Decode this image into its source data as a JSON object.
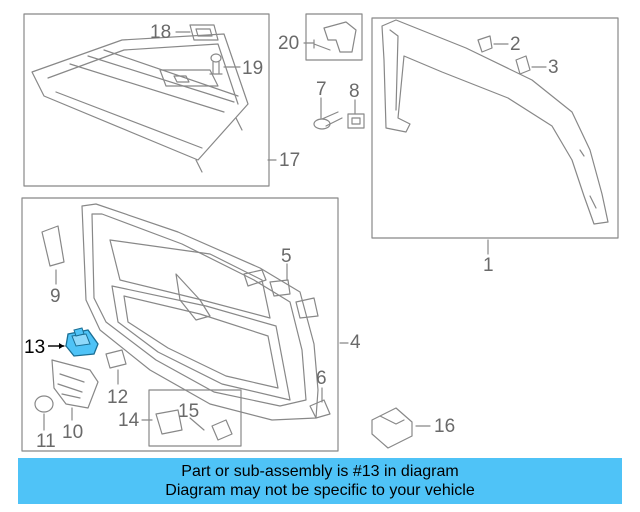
{
  "diagram": {
    "callouts": [
      {
        "id": "c1",
        "label": "1"
      },
      {
        "id": "c2",
        "label": "2"
      },
      {
        "id": "c3",
        "label": "3"
      },
      {
        "id": "c4",
        "label": "4"
      },
      {
        "id": "c5",
        "label": "5"
      },
      {
        "id": "c6",
        "label": "6"
      },
      {
        "id": "c7",
        "label": "7"
      },
      {
        "id": "c8",
        "label": "8"
      },
      {
        "id": "c9",
        "label": "9"
      },
      {
        "id": "c10",
        "label": "10"
      },
      {
        "id": "c11",
        "label": "11"
      },
      {
        "id": "c12",
        "label": "12"
      },
      {
        "id": "c13",
        "label": "13"
      },
      {
        "id": "c14",
        "label": "14"
      },
      {
        "id": "c15",
        "label": "15"
      },
      {
        "id": "c16",
        "label": "16"
      },
      {
        "id": "c17",
        "label": "17"
      },
      {
        "id": "c18",
        "label": "18"
      },
      {
        "id": "c19",
        "label": "19"
      },
      {
        "id": "c20",
        "label": "20"
      }
    ],
    "highlighted_part": "13",
    "highlight_color": "#4fc3f7",
    "line_color": "#888888"
  },
  "banner": {
    "line1": "Part or sub-assembly is #13 in diagram",
    "line2": "Diagram may not be specific to your vehicle",
    "color": "#4fc3f7"
  }
}
